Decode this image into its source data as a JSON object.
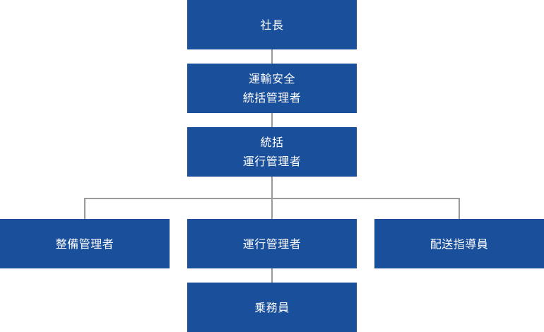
{
  "colors": {
    "node_fill": "#1a4f9c",
    "node_text": "#ffffff",
    "connector": "#9a9a9a",
    "background": "#ffffff"
  },
  "org_chart": {
    "president": {
      "line1": "社長"
    },
    "safety_manager": {
      "line1": "運輸安全",
      "line2": "統括管理者"
    },
    "chief_operations_manager": {
      "line1": "統括",
      "line2": "運行管理者"
    },
    "maintenance_manager": {
      "line1": "整備管理者"
    },
    "operations_manager": {
      "line1": "運行管理者"
    },
    "delivery_instructor": {
      "line1": "配送指導員"
    },
    "crew": {
      "line1": "乗務員"
    }
  }
}
